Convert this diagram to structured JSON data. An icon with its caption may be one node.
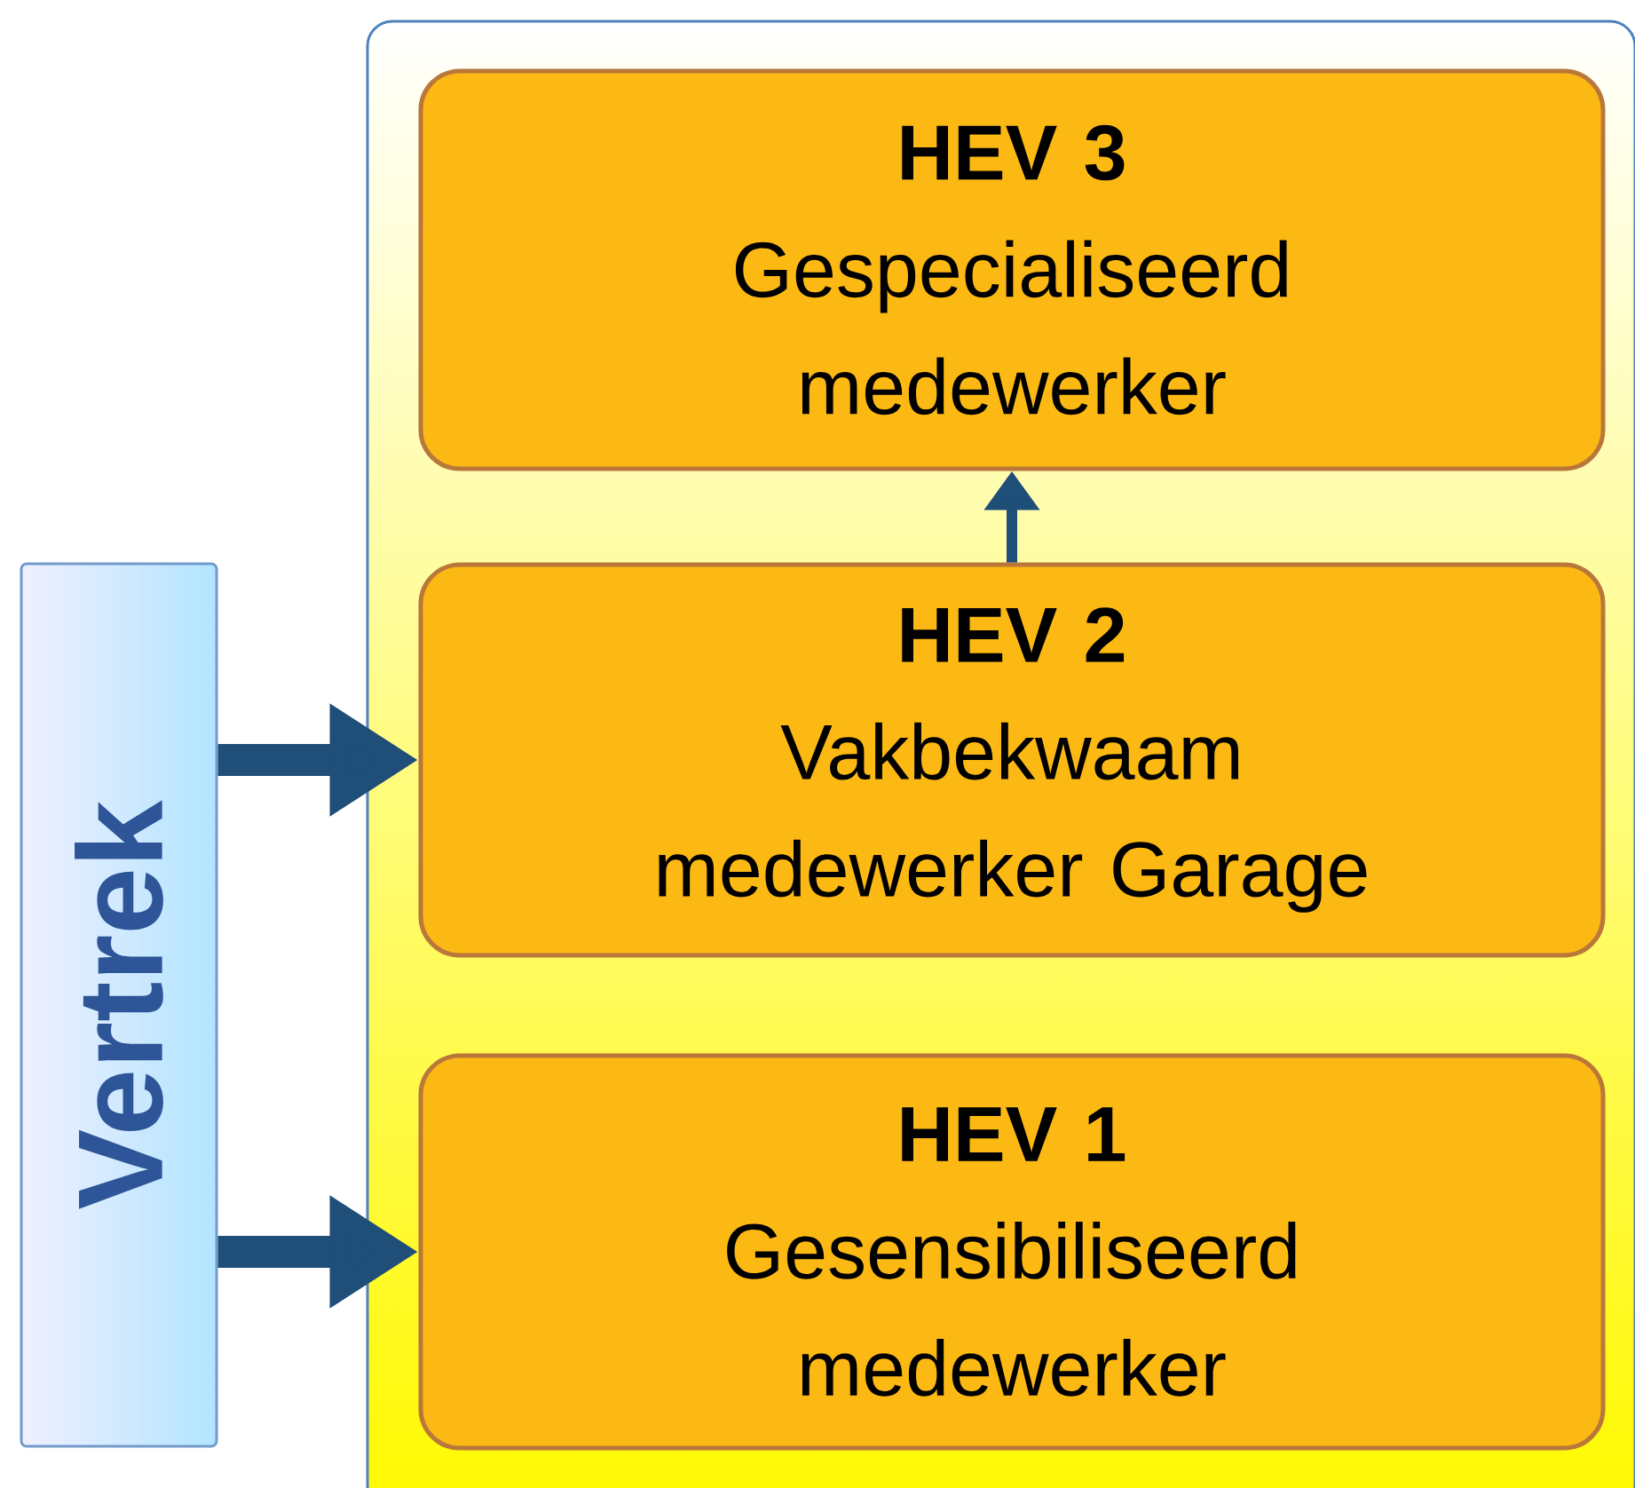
{
  "diagram": {
    "nodes": [
      {
        "text": [],
        "shape": "box"
      },
      {
        "text": [
          "HEV 3",
          "Gespecialiseerd medewerker"
        ],
        "in": 0
      },
      {
        "text": [
          "HEV 2",
          "Vakbekwaam medewerker Garage"
        ],
        "in": 0
      },
      {
        "text": [
          "HEV 1",
          "Gesensibiliseerd medewerker"
        ],
        "in": 0
      },
      {
        "text": [
          "Vertrek"
        ]
      }
    ],
    "edges": [
      {
        "from": 2,
        "to": 1,
        "arrow": "to"
      },
      {
        "from": 4,
        "to": 2,
        "arrow": "to"
      },
      {
        "from": 4,
        "to": 3,
        "arrow": "to"
      }
    ]
  }
}
